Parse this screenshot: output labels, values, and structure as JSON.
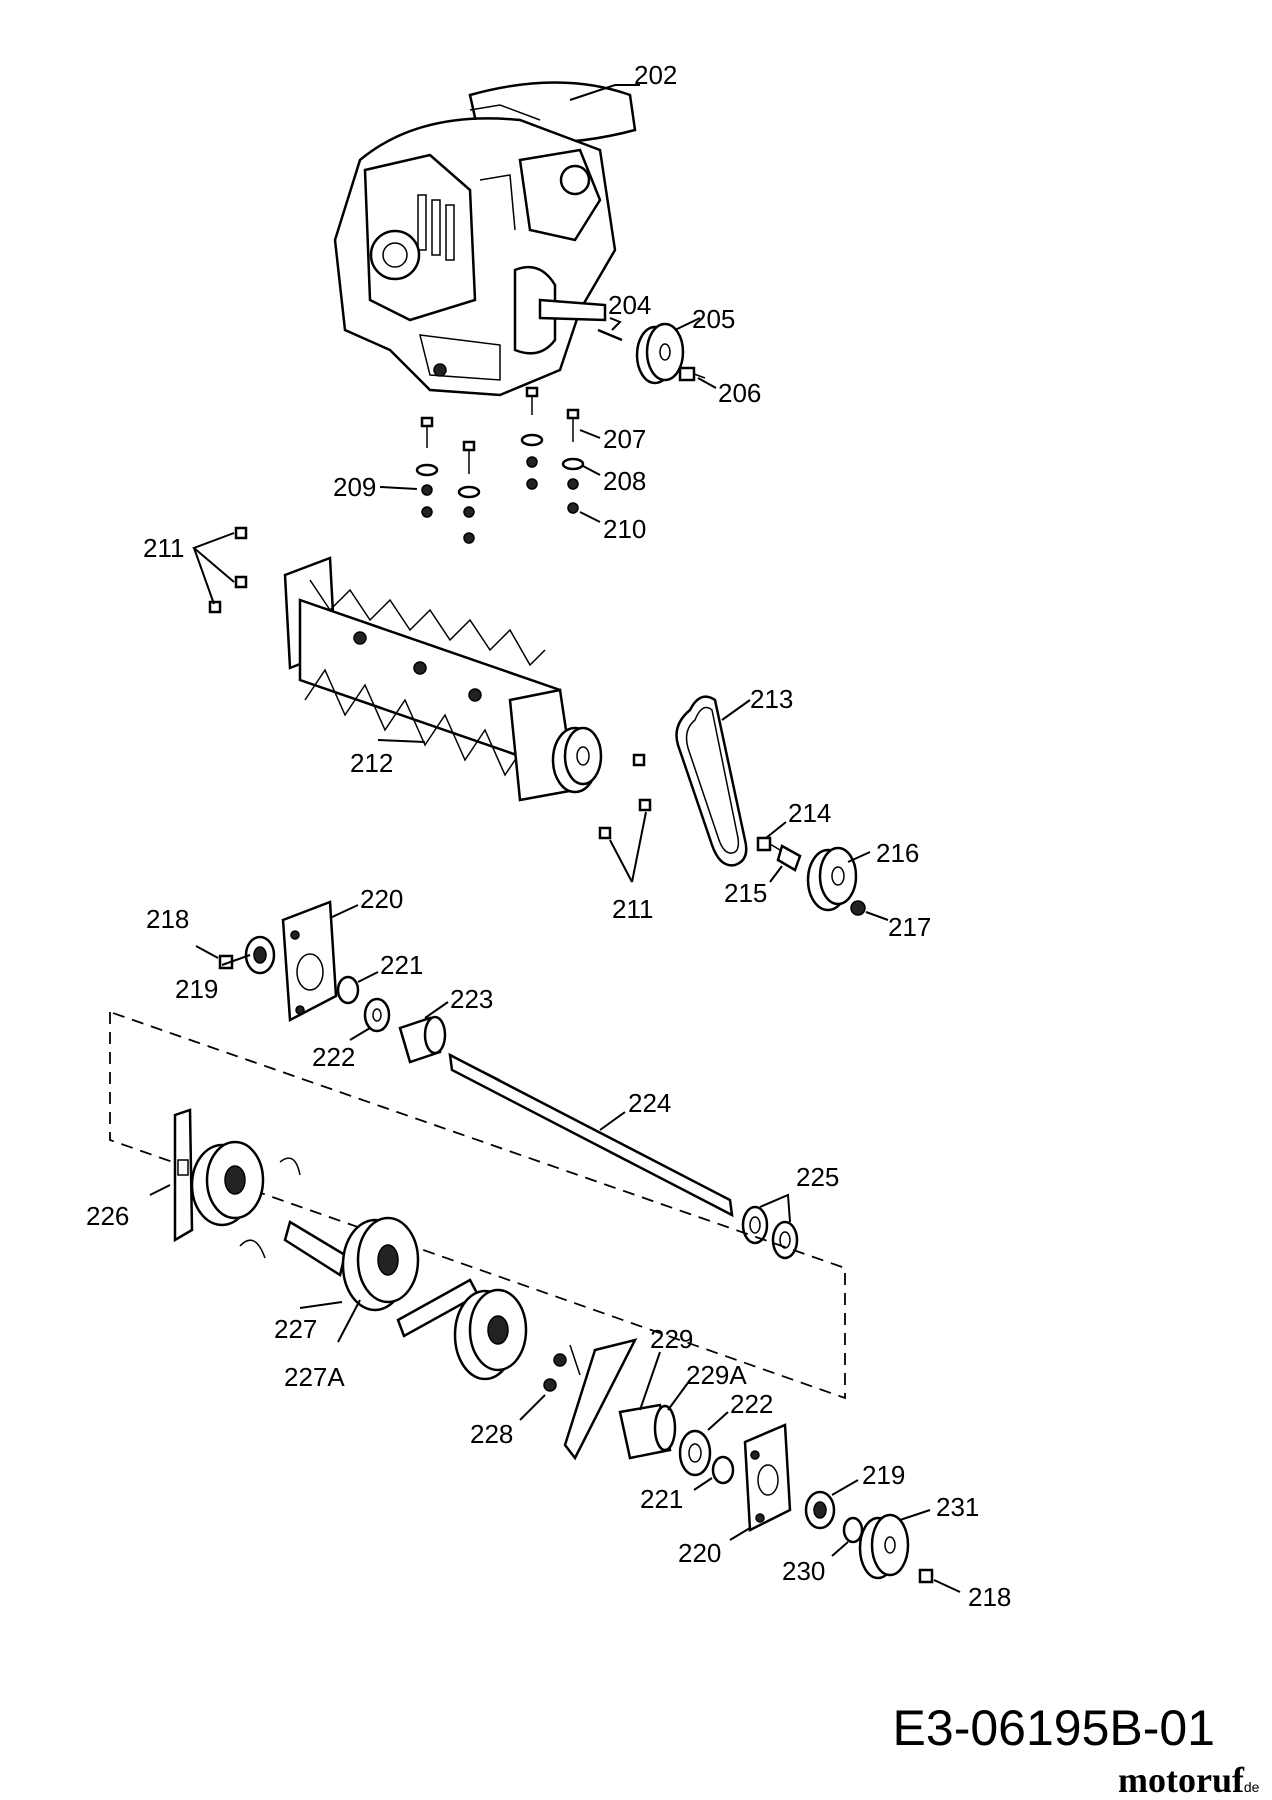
{
  "diagram_code": "E3-06195B-01",
  "brand": {
    "name": "motoruf",
    "suffix": ".de"
  },
  "labels": {
    "l202": "202",
    "l204": "204",
    "l205": "205",
    "l206": "206",
    "l207": "207",
    "l208": "208",
    "l209": "209",
    "l210": "210",
    "l211a": "211",
    "l211b": "211",
    "l212": "212",
    "l213": "213",
    "l214": "214",
    "l215": "215",
    "l216": "216",
    "l217": "217",
    "l218a": "218",
    "l218b": "218",
    "l219a": "219",
    "l219b": "219",
    "l220a": "220",
    "l220b": "220",
    "l221a": "221",
    "l221b": "221",
    "l222a": "222",
    "l222b": "222",
    "l223": "223",
    "l224": "224",
    "l225": "225",
    "l226": "226",
    "l227": "227",
    "l227A": "227A",
    "l228": "228",
    "l229": "229",
    "l229A": "229A",
    "l230": "230",
    "l231": "231"
  }
}
